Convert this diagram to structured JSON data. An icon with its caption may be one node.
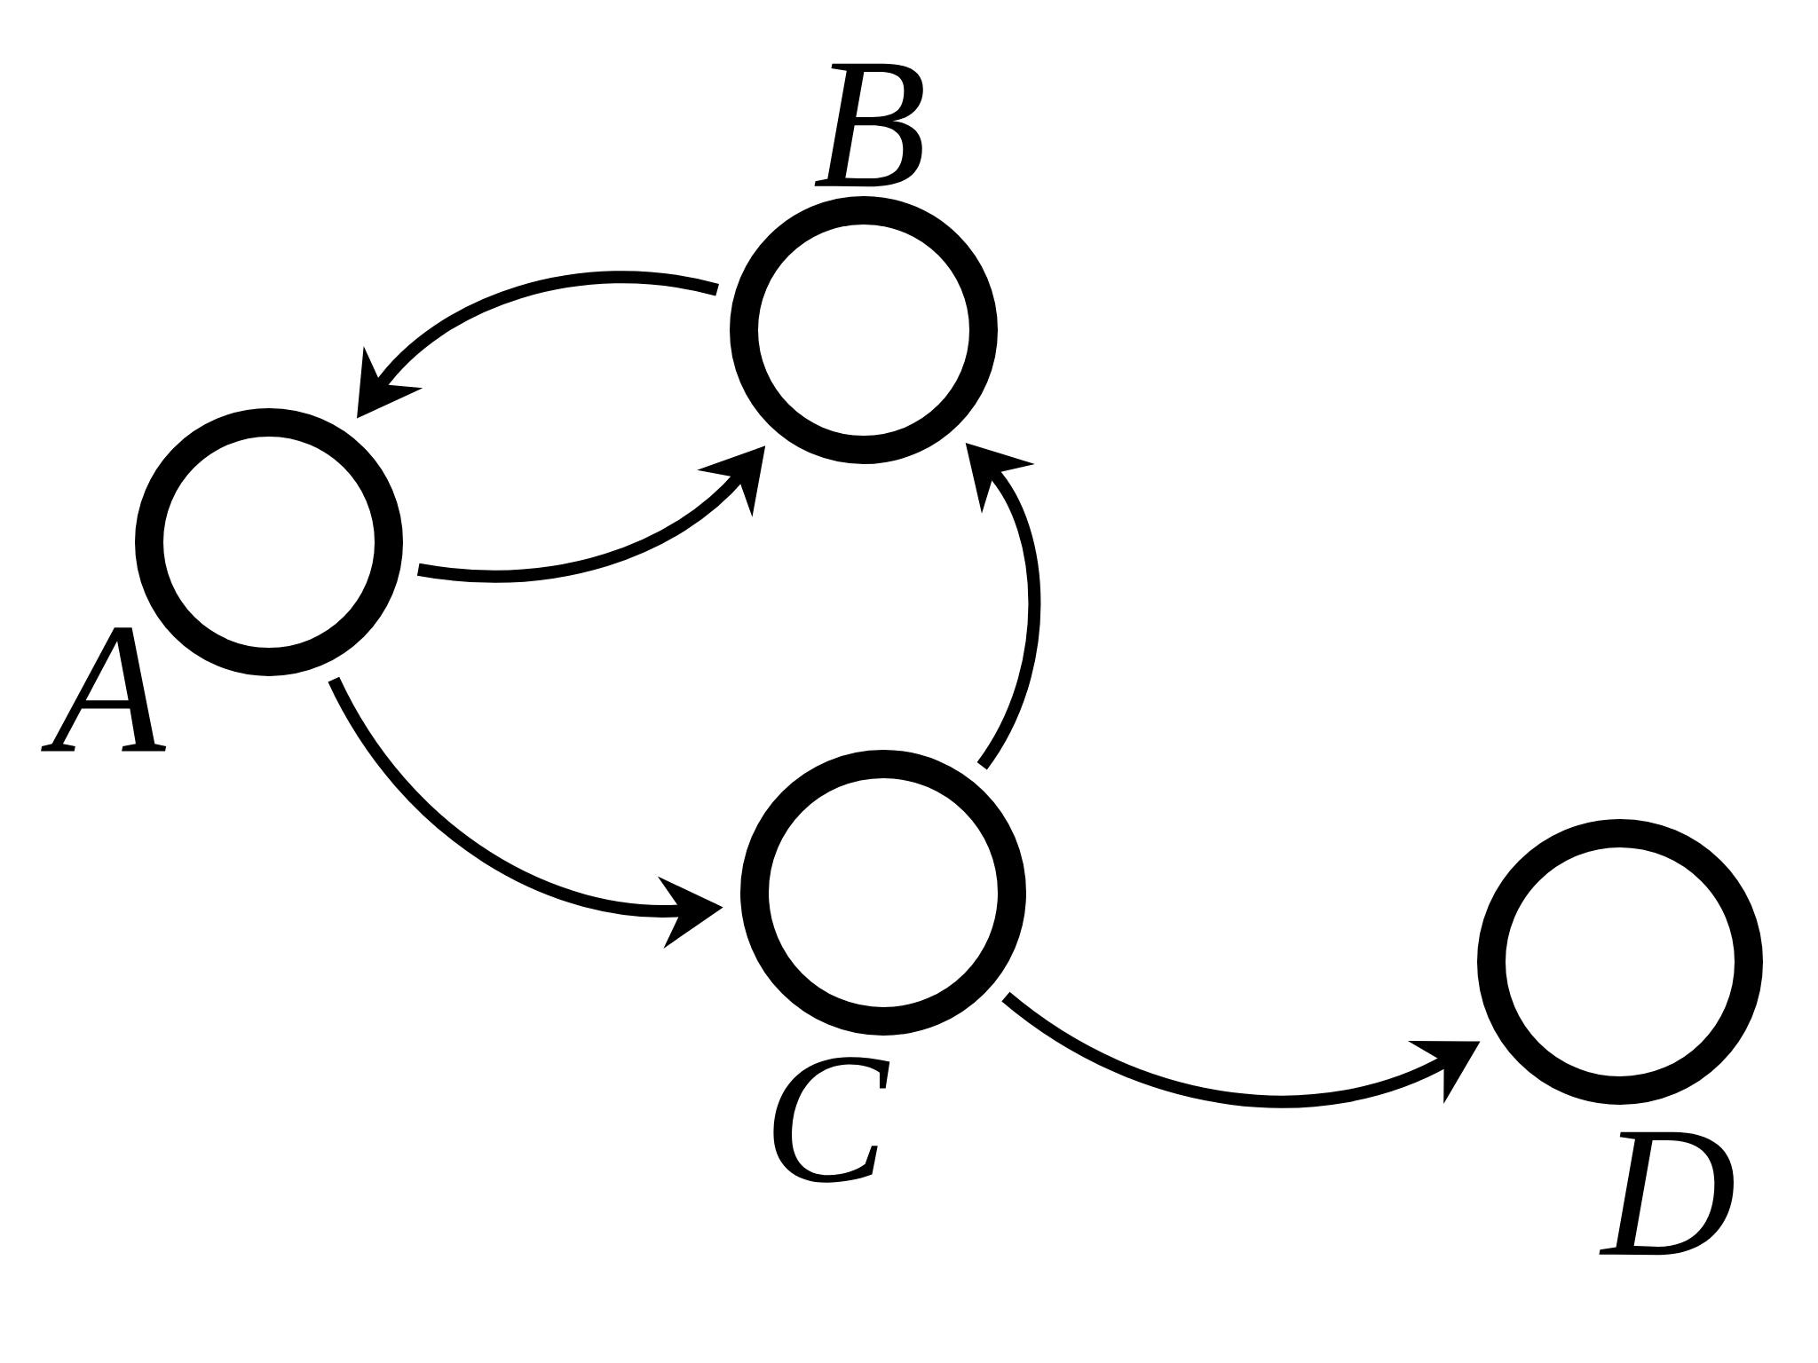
{
  "diagram": {
    "nodes": [
      {
        "text": [],
        "shape": "circle",
        "beside": [
          "A"
        ]
      },
      {
        "text": [],
        "shape": "circle",
        "beside": [
          "B"
        ]
      },
      {
        "text": [],
        "shape": "circle",
        "beside": [
          "C"
        ]
      },
      {
        "text": [],
        "shape": "circle",
        "beside": [
          "D"
        ]
      }
    ],
    "edges": [
      {
        "from": 1,
        "to": 0,
        "arrow": "to"
      },
      {
        "from": 0,
        "to": 1,
        "arrow": "to"
      },
      {
        "from": 0,
        "to": 2,
        "arrow": "to"
      },
      {
        "from": 2,
        "to": 1,
        "arrow": "to"
      },
      {
        "from": 2,
        "to": 3,
        "arrow": "to"
      }
    ]
  }
}
